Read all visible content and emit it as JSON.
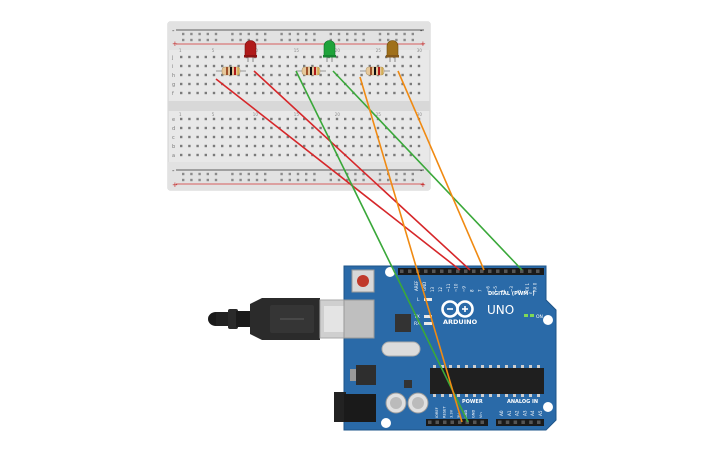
{
  "breadboard": {
    "rail_signs": [
      "+",
      "-"
    ],
    "row_letters_top": [
      "j",
      "i",
      "h",
      "g",
      "f"
    ],
    "row_letters_bottom": [
      "e",
      "d",
      "c",
      "b",
      "a"
    ],
    "column_numbers": [
      "1",
      "",
      "",
      "",
      "5",
      "",
      "",
      "",
      "",
      "10",
      "",
      "",
      "",
      "",
      "15",
      "",
      "",
      "",
      "",
      "20",
      "",
      "",
      "",
      "",
      "25",
      "",
      "",
      "",
      "",
      "30"
    ]
  },
  "components": {
    "leds": [
      {
        "name": "red-led",
        "color": "#b01a1a"
      },
      {
        "name": "green-led",
        "color": "#1fa33a"
      },
      {
        "name": "yellow-led",
        "color": "#a0701a"
      }
    ],
    "resistors": [
      {
        "name": "resistor-1"
      },
      {
        "name": "resistor-2"
      },
      {
        "name": "resistor-3"
      }
    ]
  },
  "wires": {
    "colors": {
      "red": "#d6272a",
      "green": "#3aa83a",
      "orange": "#f08a12"
    }
  },
  "arduino": {
    "brand": "ARDUINO",
    "model": "UNO",
    "digital_header_label": "DIGITAL (PWM~)",
    "power_label": "POWER",
    "analog_label": "ANALOG IN",
    "on_label": "ON",
    "tx_label": "TX",
    "rx_label": "RX",
    "l_label": "L",
    "aref_label": "AREF",
    "gnd_label": "GND",
    "digital_pins": [
      "13",
      "12",
      "~11",
      "~10",
      "~9",
      "8",
      "7",
      "~6",
      "~5",
      "4",
      "~3",
      "2",
      "TX 1",
      "RX 0"
    ],
    "power_pins": [
      "IOREF",
      "RESET",
      "3.3V",
      "5V",
      "GND",
      "GND",
      "Vin"
    ],
    "analog_pins": [
      "A0",
      "A1",
      "A2",
      "A3",
      "A4",
      "A5"
    ],
    "board_color": "#2a6aa8"
  }
}
